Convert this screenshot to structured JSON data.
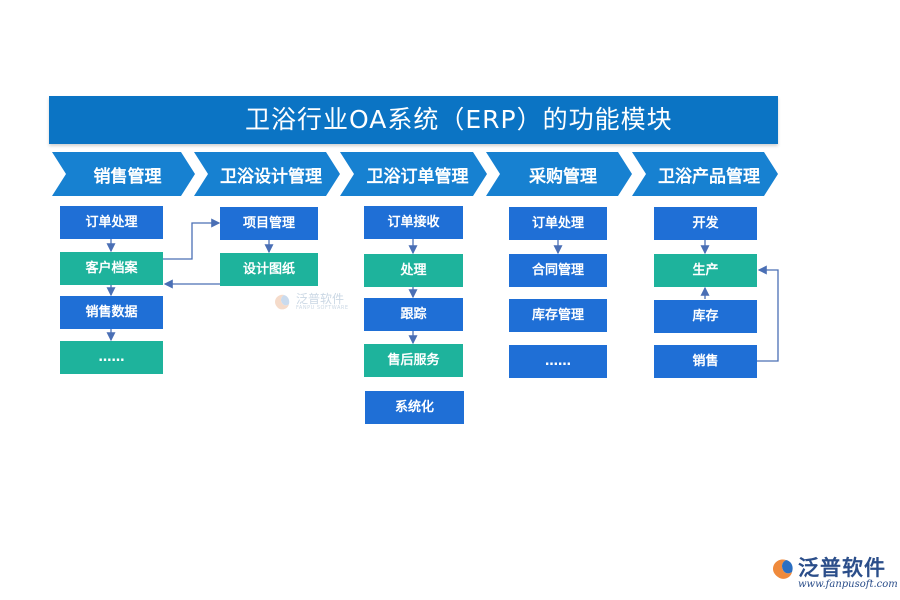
{
  "title": "卫浴行业OA系统（ERP）的功能模块",
  "colors": {
    "header": "#0b74c4",
    "chevron": "#1781d1",
    "box_blue": "#1f6fd6",
    "box_teal": "#1eb39c",
    "arrow": "#4a6fb5"
  },
  "modules": [
    {
      "label": "销售管理",
      "items": [
        "订单处理",
        "客户档案",
        "销售数据",
        "……"
      ]
    },
    {
      "label": "卫浴设计管理",
      "items": [
        "项目管理",
        "设计图纸"
      ]
    },
    {
      "label": "卫浴订单管理",
      "items": [
        "订单接收",
        "处理",
        "跟踪",
        "售后服务",
        "系统化"
      ]
    },
    {
      "label": "采购管理",
      "items": [
        "订单处理",
        "合同管理",
        "库存管理",
        "……"
      ]
    },
    {
      "label": "卫浴产品管理",
      "items": [
        "开发",
        "生产",
        "库存",
        "销售"
      ]
    }
  ],
  "watermark": {
    "name": "泛普软件",
    "sub": "FANPU SOFTWARE"
  },
  "logo": {
    "name": "泛普软件",
    "url": "www.fanpusoft.com"
  }
}
